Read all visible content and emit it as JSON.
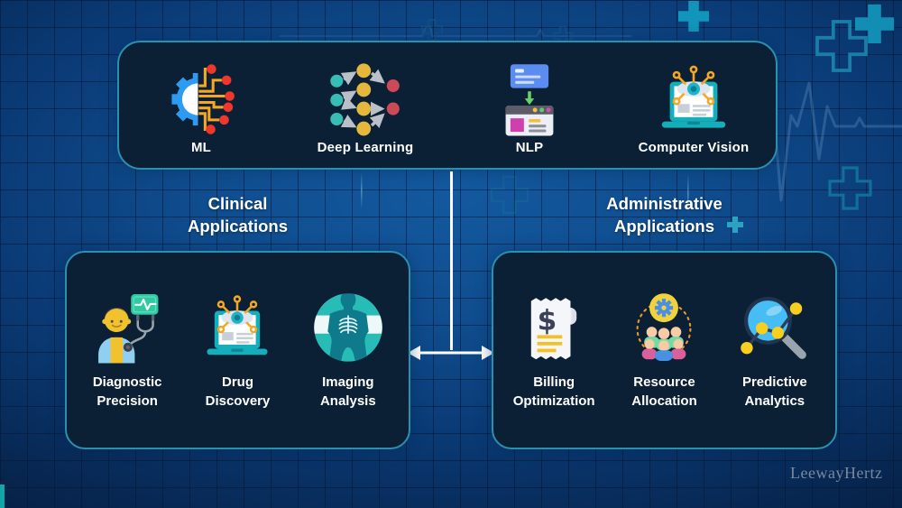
{
  "header_panel": {
    "items": [
      {
        "label": "ML",
        "icon": "ml-gear-circuit-icon"
      },
      {
        "label": "Deep Learning",
        "icon": "neural-network-icon"
      },
      {
        "label": "NLP",
        "icon": "message-to-browser-icon"
      },
      {
        "label": "Computer Vision",
        "icon": "laptop-eye-circuit-icon"
      }
    ]
  },
  "clinical": {
    "title": [
      "Clinical",
      "Applications"
    ],
    "items": [
      {
        "label": [
          "Diagnostic",
          "Precision"
        ],
        "icon": "doctor-stethoscope-icon"
      },
      {
        "label": [
          "Drug",
          "Discovery"
        ],
        "icon": "laptop-eye-circuit-icon"
      },
      {
        "label": [
          "Imaging",
          "Analysis"
        ],
        "icon": "xray-scan-icon"
      }
    ]
  },
  "administrative": {
    "title": [
      "Administrative",
      "Applications"
    ],
    "items": [
      {
        "label": [
          "Billing",
          "Optimization"
        ],
        "icon": "invoice-dollar-icon"
      },
      {
        "label": [
          "Resource",
          "Allocation"
        ],
        "icon": "team-gear-icon"
      },
      {
        "label": [
          "Predictive",
          "Analytics"
        ],
        "icon": "magnifier-data-nodes-icon"
      }
    ]
  },
  "watermark": "LeewayHertz",
  "colors": {
    "panel_background": "#0b2034",
    "panel_border": "#2b8fae",
    "background_center": "#13599f",
    "background_edge": "#061733",
    "accent_teal_cross": "#149cc0",
    "text": "#ffffff",
    "connector": "#ffffff"
  }
}
